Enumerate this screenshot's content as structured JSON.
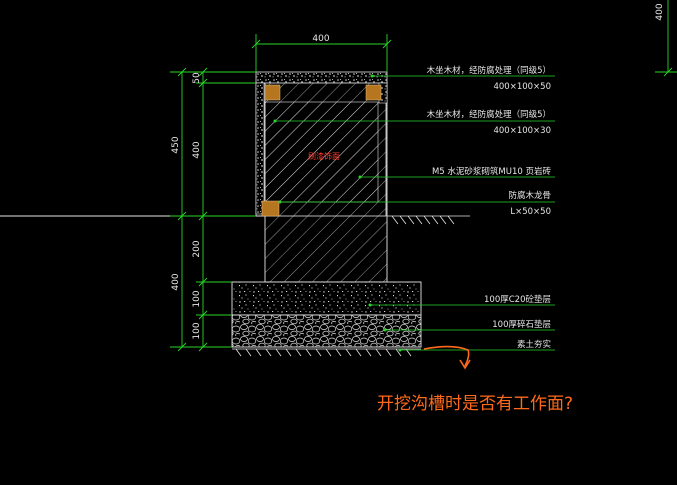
{
  "drawing": {
    "dims": {
      "top_width": "400",
      "corner_value": "400",
      "left_outer": [
        "450",
        "400"
      ],
      "left_inner": [
        "50",
        "400",
        "200",
        "100",
        "100"
      ]
    },
    "callouts": [
      {
        "line1": "木坐木材，经防腐处理（同级5）",
        "line2": "400×100×50"
      },
      {
        "line1": "木坐木材，经防腐处理（同级5）",
        "line2": "400×100×30"
      },
      {
        "line1": "M5 水泥砂浆砌筑MU10 页岩砖",
        "line2": ""
      },
      {
        "line1": "防腐木龙骨",
        "line2": "L×50×50"
      },
      {
        "line1": "100厚C20砼垫层",
        "line2": ""
      },
      {
        "line1": "100厚碎石垫层",
        "line2": ""
      },
      {
        "line1": "素土夯实",
        "line2": ""
      }
    ],
    "wall_finish_label": "刷漆饰面",
    "question": "开挖沟槽时是否有工作面?"
  },
  "colors": {
    "dim_line": "#29d629",
    "leader": "#29d629",
    "hatch": "#e0e0e0",
    "question_text": "#ff6a1a",
    "callout_text": "#e6e6e6",
    "label_red": "#ff3b2f",
    "callout_arrow": "#ff6a1a"
  }
}
